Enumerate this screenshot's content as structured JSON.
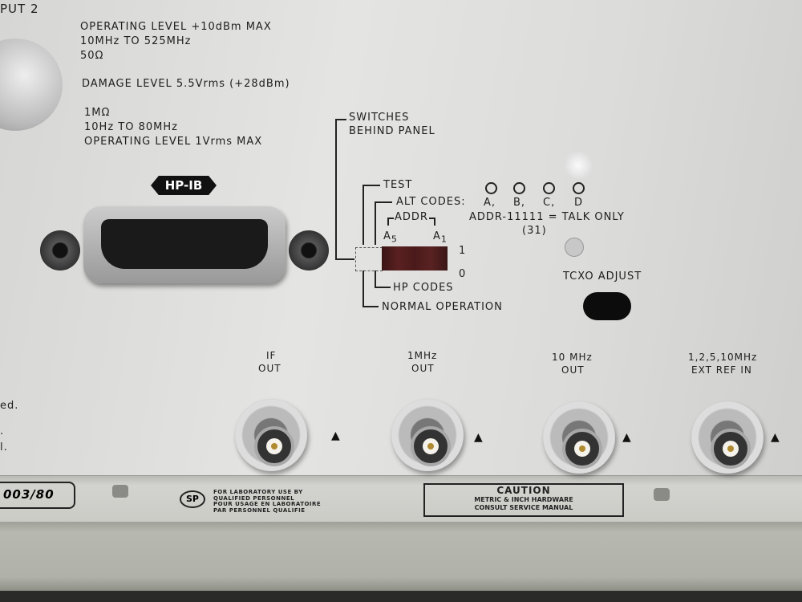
{
  "input_label": "PUT 2",
  "input_specs": [
    "OPERATING LEVEL +10dBm MAX",
    "10MHz TO 525MHz",
    "50Ω"
  ],
  "damage_level": "DAMAGE LEVEL 5.5Vrms (+28dBm)",
  "high_z_specs": [
    "1MΩ",
    "10Hz TO 80MHz",
    "OPERATING LEVEL 1Vrms MAX"
  ],
  "switches": {
    "title": [
      "SWITCHES",
      "BEHIND PANEL"
    ],
    "test": "TEST",
    "alt_codes": "ALT CODES:",
    "codes": [
      "A,",
      "B,",
      "C,",
      "D"
    ],
    "addr": "ADDR",
    "a5": "A",
    "a5_sub": "5",
    "a1": "A",
    "a1_sub": "1",
    "talk_only": "ADDR-11111 = TALK ONLY",
    "talk_only_num": "(31)",
    "one": "1",
    "zero": "0",
    "hp_codes": "HP CODES",
    "normal": "NORMAL OPERATION"
  },
  "hpib_label": "HP-IB",
  "tcxo": "TCXO ADJUST",
  "left_fragments": [
    "ed.",
    ".",
    "l."
  ],
  "outputs": [
    {
      "label": [
        "IF",
        "OUT"
      ]
    },
    {
      "label": [
        "1MHz",
        "OUT"
      ]
    },
    {
      "label": [
        "10 MHz",
        "OUT"
      ]
    },
    {
      "label": [
        "1,2,5,10MHz",
        "EXT REF IN"
      ]
    }
  ],
  "warning_icon": "warning-triangle-icon",
  "model_plate": "003/80",
  "csa_logo": "SP",
  "lab_notice": [
    "FOR LABORATORY USE BY",
    "QUALIFIED PERSONNEL",
    "POUR USAGE EN LABORATOIRE",
    "PAR PERSONNEL QUALIFIE"
  ],
  "caution": {
    "title": "CAUTION",
    "lines": [
      "METRIC & INCH HARDWARE",
      "CONSULT SERVICE MANUAL"
    ]
  }
}
